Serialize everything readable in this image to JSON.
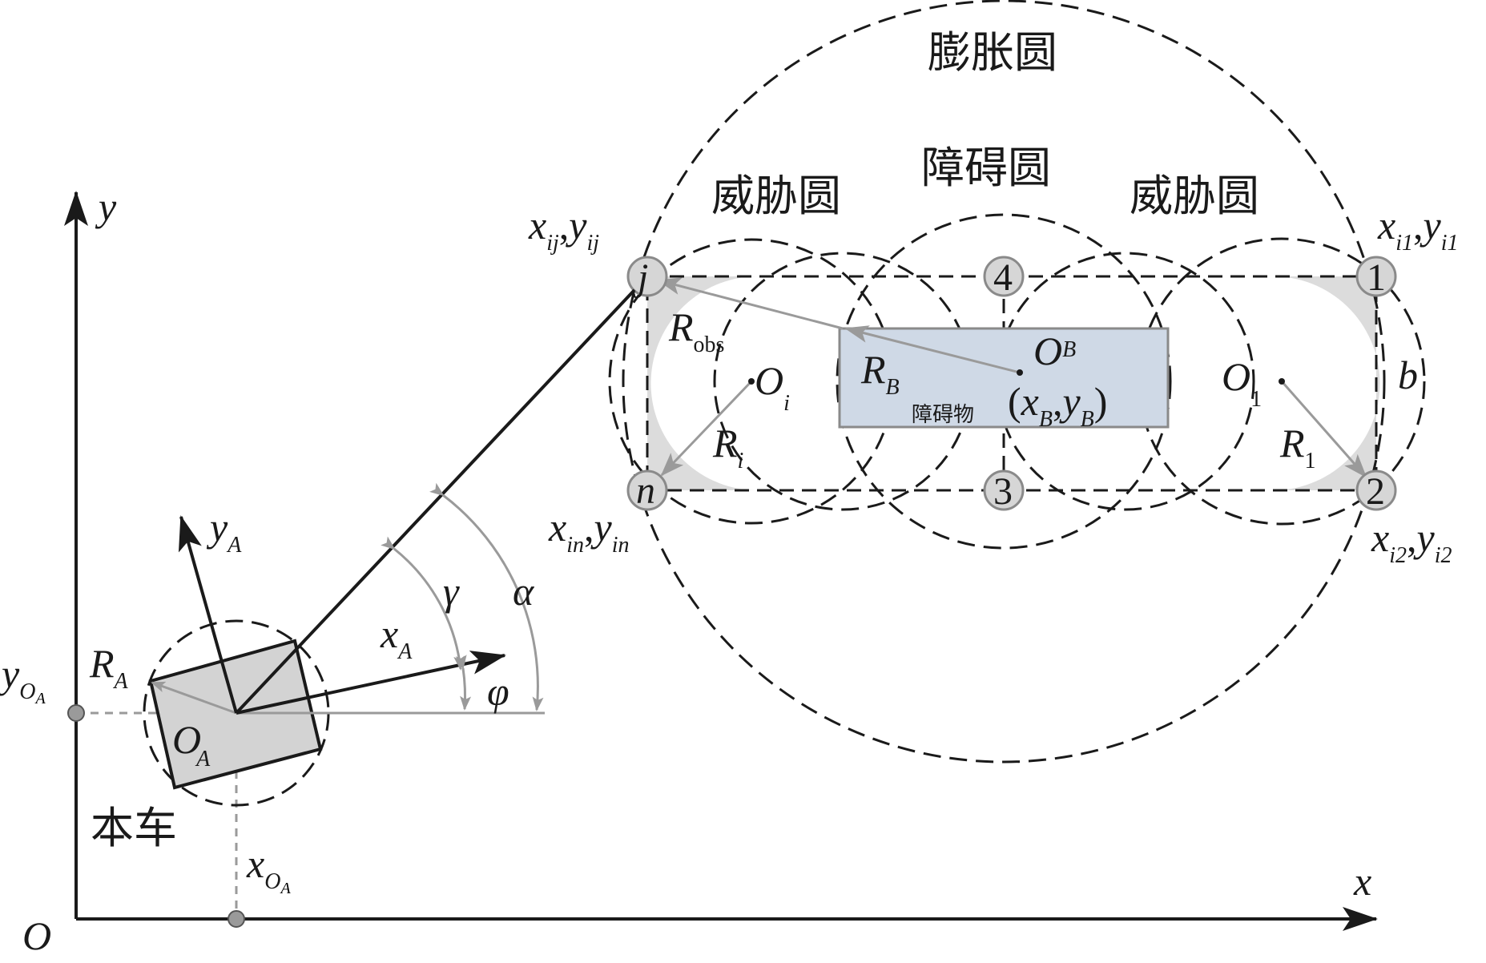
{
  "axes": {
    "x_label": "x",
    "y_label": "y",
    "origin_label": "O",
    "x_oa": {
      "main": "x",
      "sub": "O",
      "subsub": "A"
    },
    "y_oa": {
      "main": "y",
      "sub": "O",
      "subsub": "A"
    }
  },
  "vehicle": {
    "name": "本车",
    "center": {
      "main": "O",
      "sub": "A"
    },
    "radius": {
      "main": "R",
      "sub": "A"
    },
    "x_axis": {
      "main": "x",
      "sub": "A"
    },
    "y_axis": {
      "main": "y",
      "sub": "A"
    }
  },
  "angles": {
    "alpha": "α",
    "gamma": "γ",
    "phi": "φ"
  },
  "circles": {
    "expansion": "膨胀圆",
    "obstacle": "障碍圆",
    "threat_left": "威胁圆",
    "threat_right": "威胁圆"
  },
  "obstacle": {
    "name": "障碍物",
    "center": {
      "main": "O",
      "sub": "B"
    },
    "radius": {
      "main": "R",
      "sub": "B"
    },
    "coord": {
      "open": "(",
      "x": "x",
      "xsub": "B",
      "comma": ",",
      "y": "y",
      "ysub": "B",
      "close": ")"
    }
  },
  "labels": {
    "r_obs": {
      "main": "R",
      "sub": "obs"
    },
    "o_i": {
      "main": "O",
      "sub": "i"
    },
    "r_i": {
      "main": "R",
      "sub": "i"
    },
    "o_1": {
      "main": "O",
      "sub": "1"
    },
    "r_1": {
      "main": "R",
      "sub": "1"
    },
    "b": "b"
  },
  "nodes": {
    "n1": "1",
    "n2": "2",
    "n3": "3",
    "n4": "4",
    "nj": "j",
    "nn": "n"
  },
  "corner_coords": {
    "ij": {
      "x": "x",
      "xs": "ij",
      "sep": ",",
      "y": "y",
      "ys": "ij"
    },
    "i1": {
      "x": "x",
      "xs": "i1",
      "sep": ",",
      "y": "y",
      "ys": "i1"
    },
    "in": {
      "x": "x",
      "xs": "in",
      "sep": ",",
      "y": "y",
      "ys": "in"
    },
    "i2": {
      "x": "x",
      "xs": "i2",
      "sep": ",",
      "y": "y",
      "ys": "i2"
    }
  },
  "colors": {
    "obstacle_fill": "#cfd9e6",
    "threat_fill": "#dcdcdc",
    "vehicle_fill": "#d3d3d3",
    "gray": "#9a9a9a",
    "ink": "#1a1a1a"
  }
}
